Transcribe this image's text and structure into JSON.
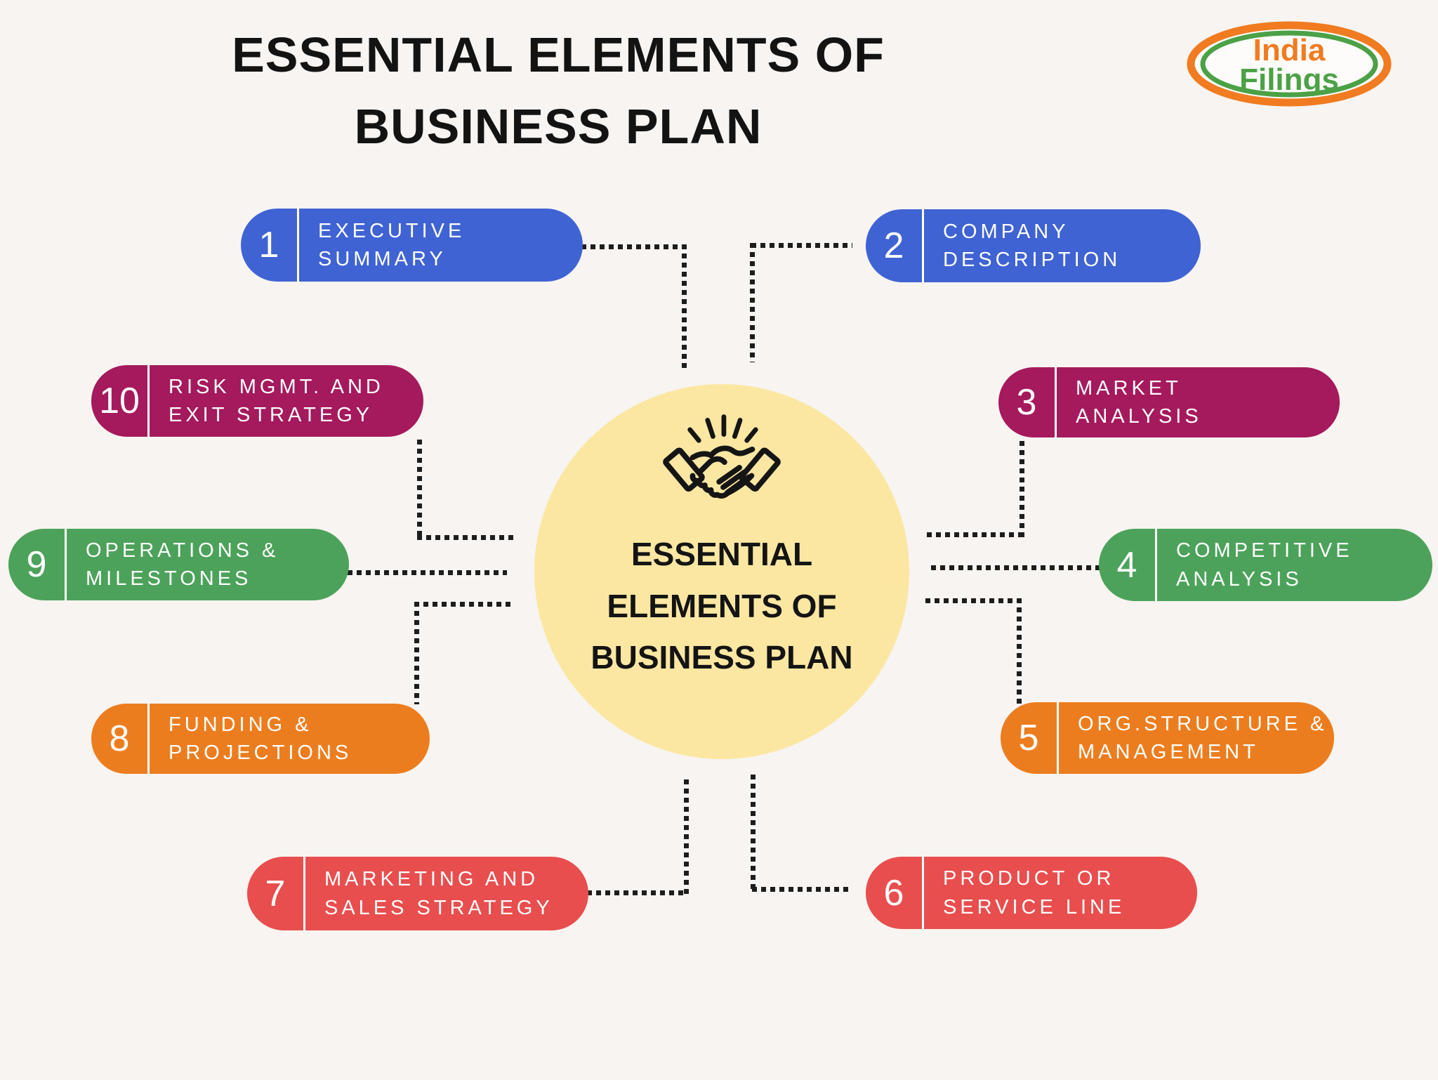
{
  "title": "ESSENTIAL ELEMENTS OF\nBUSINESS PLAN",
  "logo": {
    "line1": "India",
    "line2": "Filings",
    "orange": "#F07B21",
    "green": "#4CA146"
  },
  "center": {
    "label": "ESSENTIAL\nELEMENTS OF\nBUSINESS PLAN",
    "bg": "#FBE7A2",
    "icon": "handshake-icon"
  },
  "pills": [
    {
      "number": "1",
      "label": "EXECUTIVE\nSUMMARY",
      "color": "#3F63D3"
    },
    {
      "number": "2",
      "label": "COMPANY\nDESCRIPTION",
      "color": "#3F63D3"
    },
    {
      "number": "3",
      "label": "MARKET\nANALYSIS",
      "color": "#A5195D"
    },
    {
      "number": "4",
      "label": "COMPETITIVE\nANALYSIS",
      "color": "#4CA25A"
    },
    {
      "number": "5",
      "label": "ORG.STRUCTURE &\nMANAGEMENT",
      "color": "#EC7D1F"
    },
    {
      "number": "6",
      "label": "PRODUCT OR\nSERVICE LINE",
      "color": "#E84E4E"
    },
    {
      "number": "7",
      "label": "MARKETING AND\nSALES STRATEGY",
      "color": "#E84E4E"
    },
    {
      "number": "8",
      "label": "FUNDING &\nPROJECTIONS",
      "color": "#EC7D1F"
    },
    {
      "number": "9",
      "label": "OPERATIONS &\nMILESTONES",
      "color": "#4CA25A"
    },
    {
      "number": "10",
      "label": "RISK MGMT. AND\nEXIT STRATEGY",
      "color": "#A5195D"
    }
  ]
}
